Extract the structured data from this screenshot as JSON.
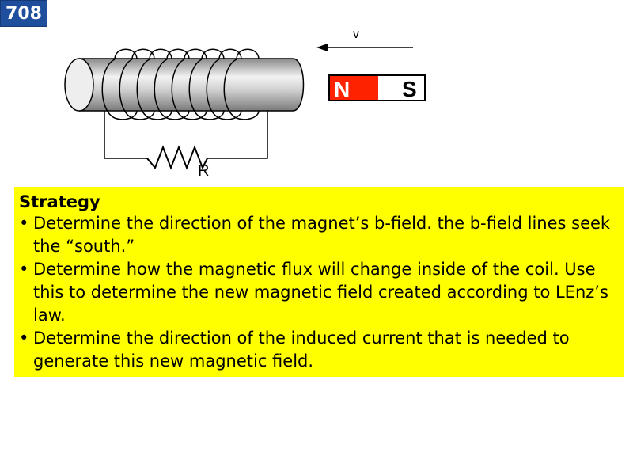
{
  "slide_number": "708",
  "diagram": {
    "velocity_label": "v",
    "resistor_label": "R",
    "magnet": {
      "north_label": "N",
      "south_label": "S",
      "north_color": "#ff2200",
      "south_color": "#ffffff"
    }
  },
  "strategy": {
    "heading": "Strategy",
    "bullets": [
      "Determine the direction of the magnet’s b-field. the b-field lines seek the “south.”",
      "Determine how the magnetic flux will change inside of the coil. Use this to determine the new magnetic field created according to LEnz’s law.",
      "Determine the direction of the induced current that is needed to generate this new magnetic field."
    ]
  }
}
